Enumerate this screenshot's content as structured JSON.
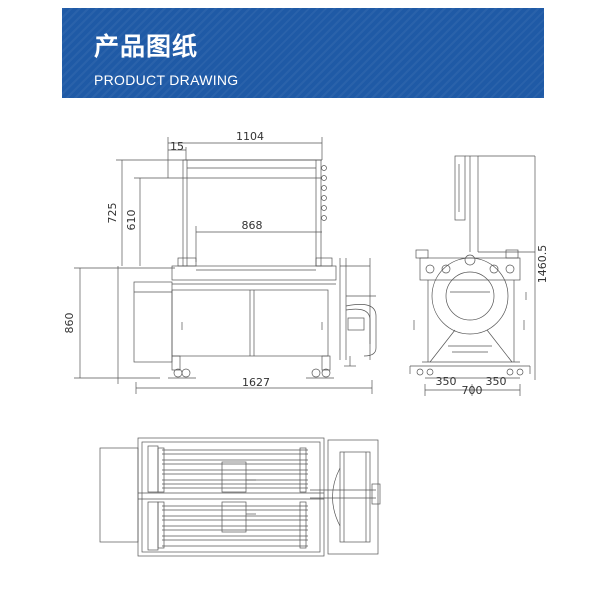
{
  "header": {
    "title": "产品图纸",
    "subtitle": "PRODUCT DRAWING"
  },
  "colors": {
    "banner": "#1f5aa6",
    "line": "#444444"
  },
  "dimensions": {
    "overall_width": "1104",
    "offset": "15",
    "arch_height": "725",
    "inner_height": "610",
    "inner_width": "868",
    "table_height": "860",
    "total_length": "1627",
    "total_height": "1460.5",
    "half_left": "350",
    "half_right": "350",
    "side_width": "700"
  }
}
